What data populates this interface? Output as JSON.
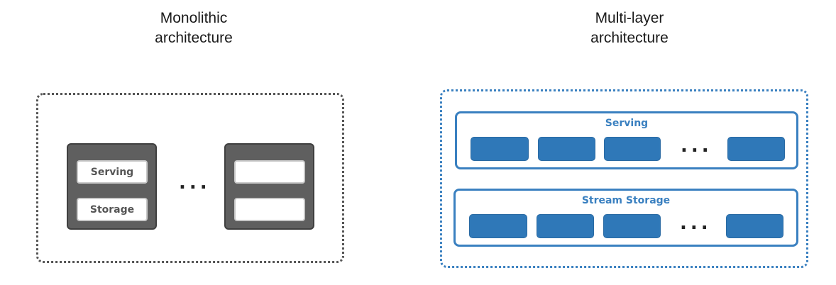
{
  "monolithic": {
    "title_line1": "Monolithic",
    "title_line2": "architecture",
    "node_slots": [
      "Serving",
      "Storage"
    ],
    "ellipsis": "..."
  },
  "multi_layer": {
    "title_line1": "Multi-layer",
    "title_line2": "architecture",
    "layers": [
      {
        "label": "Serving",
        "ellipsis": "..."
      },
      {
        "label": "Stream Storage",
        "ellipsis": "..."
      }
    ]
  },
  "colors": {
    "node_gray": "#5f5f5f",
    "accent_blue": "#3a80c0",
    "cell_blue": "#2f78b8"
  }
}
